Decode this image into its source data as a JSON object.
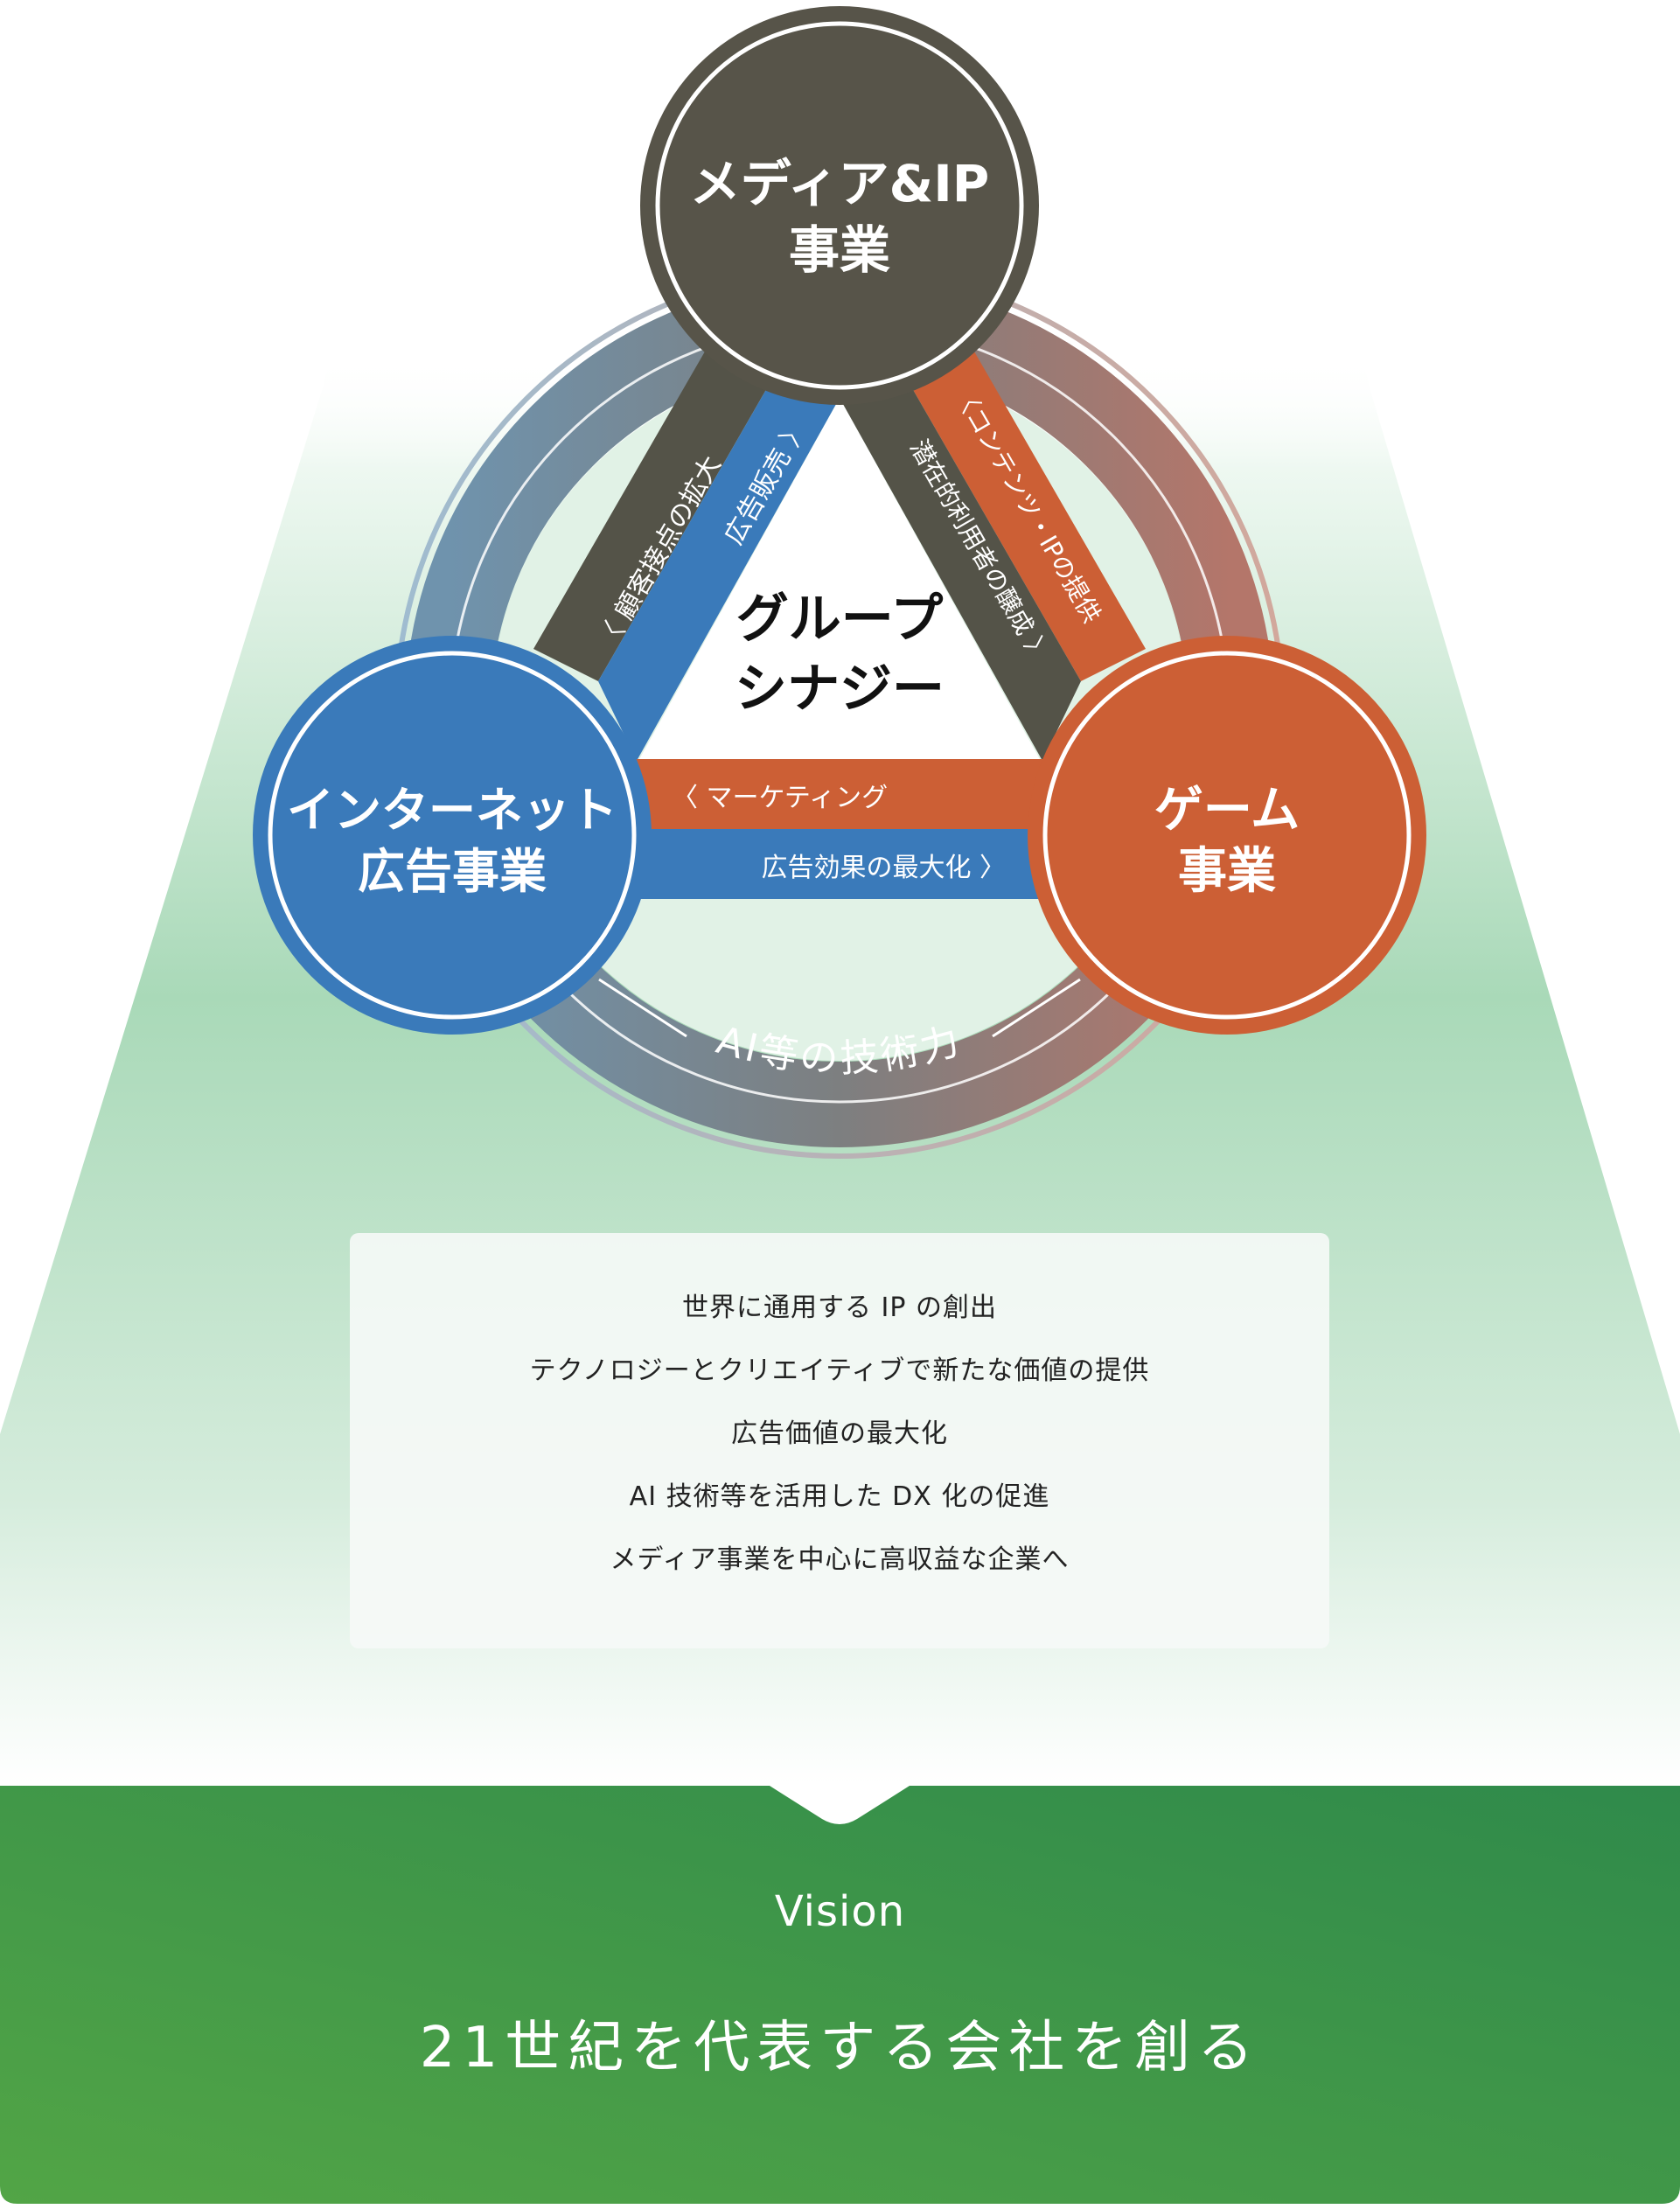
{
  "colors": {
    "media": "#575449",
    "internet": "#3a7aba",
    "game": "#cc5f35",
    "band_dark": "#545348",
    "vision_green_start": "#52a546",
    "vision_green_end": "#2f8a4b",
    "trapezoid_green": "#a9d9b8"
  },
  "nodes": {
    "media": {
      "line1": "メディア&IP",
      "line2": "事業"
    },
    "internet": {
      "line1": "インターネット",
      "line2": "広告事業"
    },
    "game": {
      "line1": "ゲーム",
      "line2": "事業"
    }
  },
  "center": {
    "line1": "グループ",
    "line2": "シナジー"
  },
  "relations": {
    "customer_expansion": "〈 顧客接点の拡大",
    "ad_sales": "広告販売 〉",
    "content_ip": "〈コンテンツ・IPの提供",
    "potential_users": "潜在的利用者の醸成 〉",
    "marketing": "〈 マーケティング",
    "ad_effect": "広告効果の最大化 〉"
  },
  "ring_label": "AI等の技術力",
  "goals": [
    "世界に通用する IP の創出",
    "テクノロジーとクリエイティブで新たな価値の提供",
    "広告価値の最大化",
    "AI 技術等を活用した DX 化の促進",
    "メディア事業を中心に高収益な企業へ"
  ],
  "vision": {
    "label": "Vision",
    "statement": "21世紀を代表する会社を創る"
  }
}
